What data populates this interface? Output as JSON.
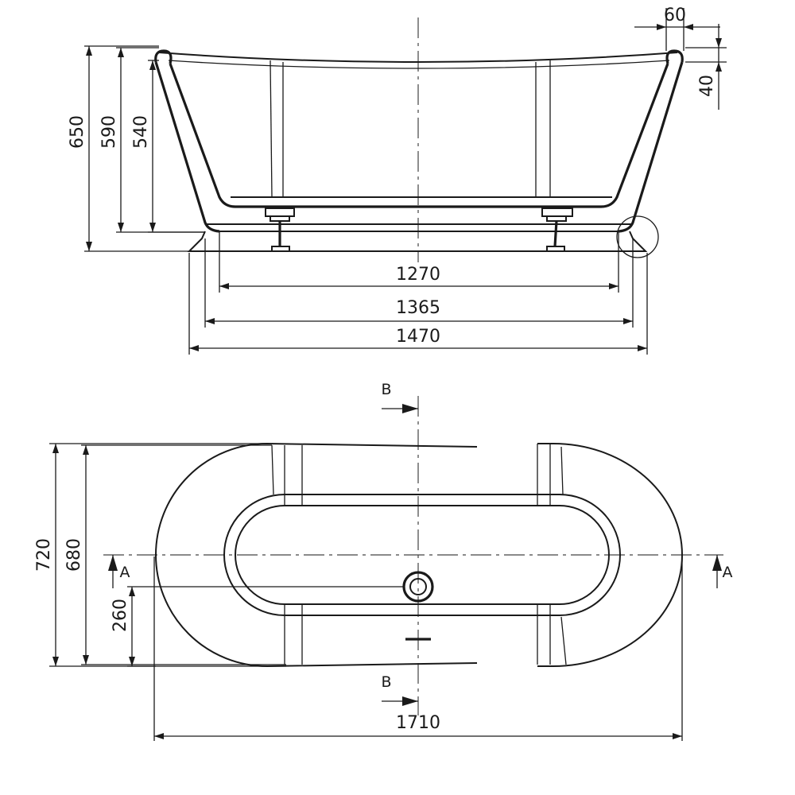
{
  "side_view": {
    "dimensions": {
      "overall_height": "650",
      "rim_height": "590",
      "inner_depth": "540",
      "rim_width": "60",
      "rim_drop": "40",
      "inner_length": "1270",
      "base_length": "1365",
      "total_base_length": "1470"
    }
  },
  "top_view": {
    "dimensions": {
      "total_width": "720",
      "inner_width": "680",
      "drain_offset": "260",
      "total_length": "1710"
    },
    "section_labels": {
      "b_top": "B",
      "b_bottom": "B",
      "a_left": "A",
      "a_right": "A"
    }
  }
}
